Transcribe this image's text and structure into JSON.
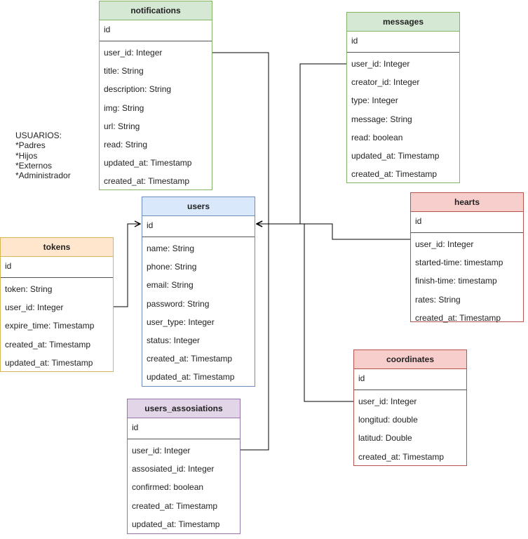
{
  "note": {
    "lines": [
      "USUARIOS:",
      "*Padres",
      "*Hijos",
      "*Externos",
      "*Administrador"
    ]
  },
  "entities": {
    "notifications": {
      "title": "notifications",
      "pk": "id",
      "fields": [
        "user_id: Integer",
        "title: String",
        "description: String",
        "img: String",
        "url: String",
        "read: String",
        "updated_at: Timestamp",
        "created_at: Timestamp"
      ]
    },
    "messages": {
      "title": "messages",
      "pk": "id",
      "fields": [
        "user_id: Integer",
        "creator_id: Integer",
        "type: Integer",
        "message: String",
        "read: boolean",
        "updated_at: Timestamp",
        "created_at: Timestamp"
      ]
    },
    "users": {
      "title": "users",
      "pk": "id",
      "fields": [
        "name: String",
        "phone: String",
        "email: String",
        "password: String",
        "user_type: Integer",
        "status: Integer",
        "created_at: Timestamp",
        "updated_at: Timestamp"
      ]
    },
    "hearts": {
      "title": "hearts",
      "pk": "id",
      "fields": [
        "user_id: Integer",
        "started-time: timestamp",
        "finish-time: timestamp",
        "rates: String",
        "created_at: Timestamp"
      ]
    },
    "tokens": {
      "title": "tokens",
      "pk": "id",
      "fields": [
        "token: String",
        "user_id: Integer",
        "expire_time: Timestamp",
        "created_at: Timestamp",
        "updated_at: Timestamp"
      ]
    },
    "coordinates": {
      "title": "coordinates",
      "pk": "id",
      "fields": [
        "user_id: Integer",
        "longitud: double",
        "latitud: Double",
        "created_at: Timestamp"
      ]
    },
    "users_assosiations": {
      "title": "users_assosiations",
      "pk": "id",
      "fields": [
        "user_id: Integer",
        "assosiated_id: Integer",
        "confirmed: boolean",
        "created_at: Timestamp",
        "updated_at: Timestamp"
      ]
    }
  }
}
